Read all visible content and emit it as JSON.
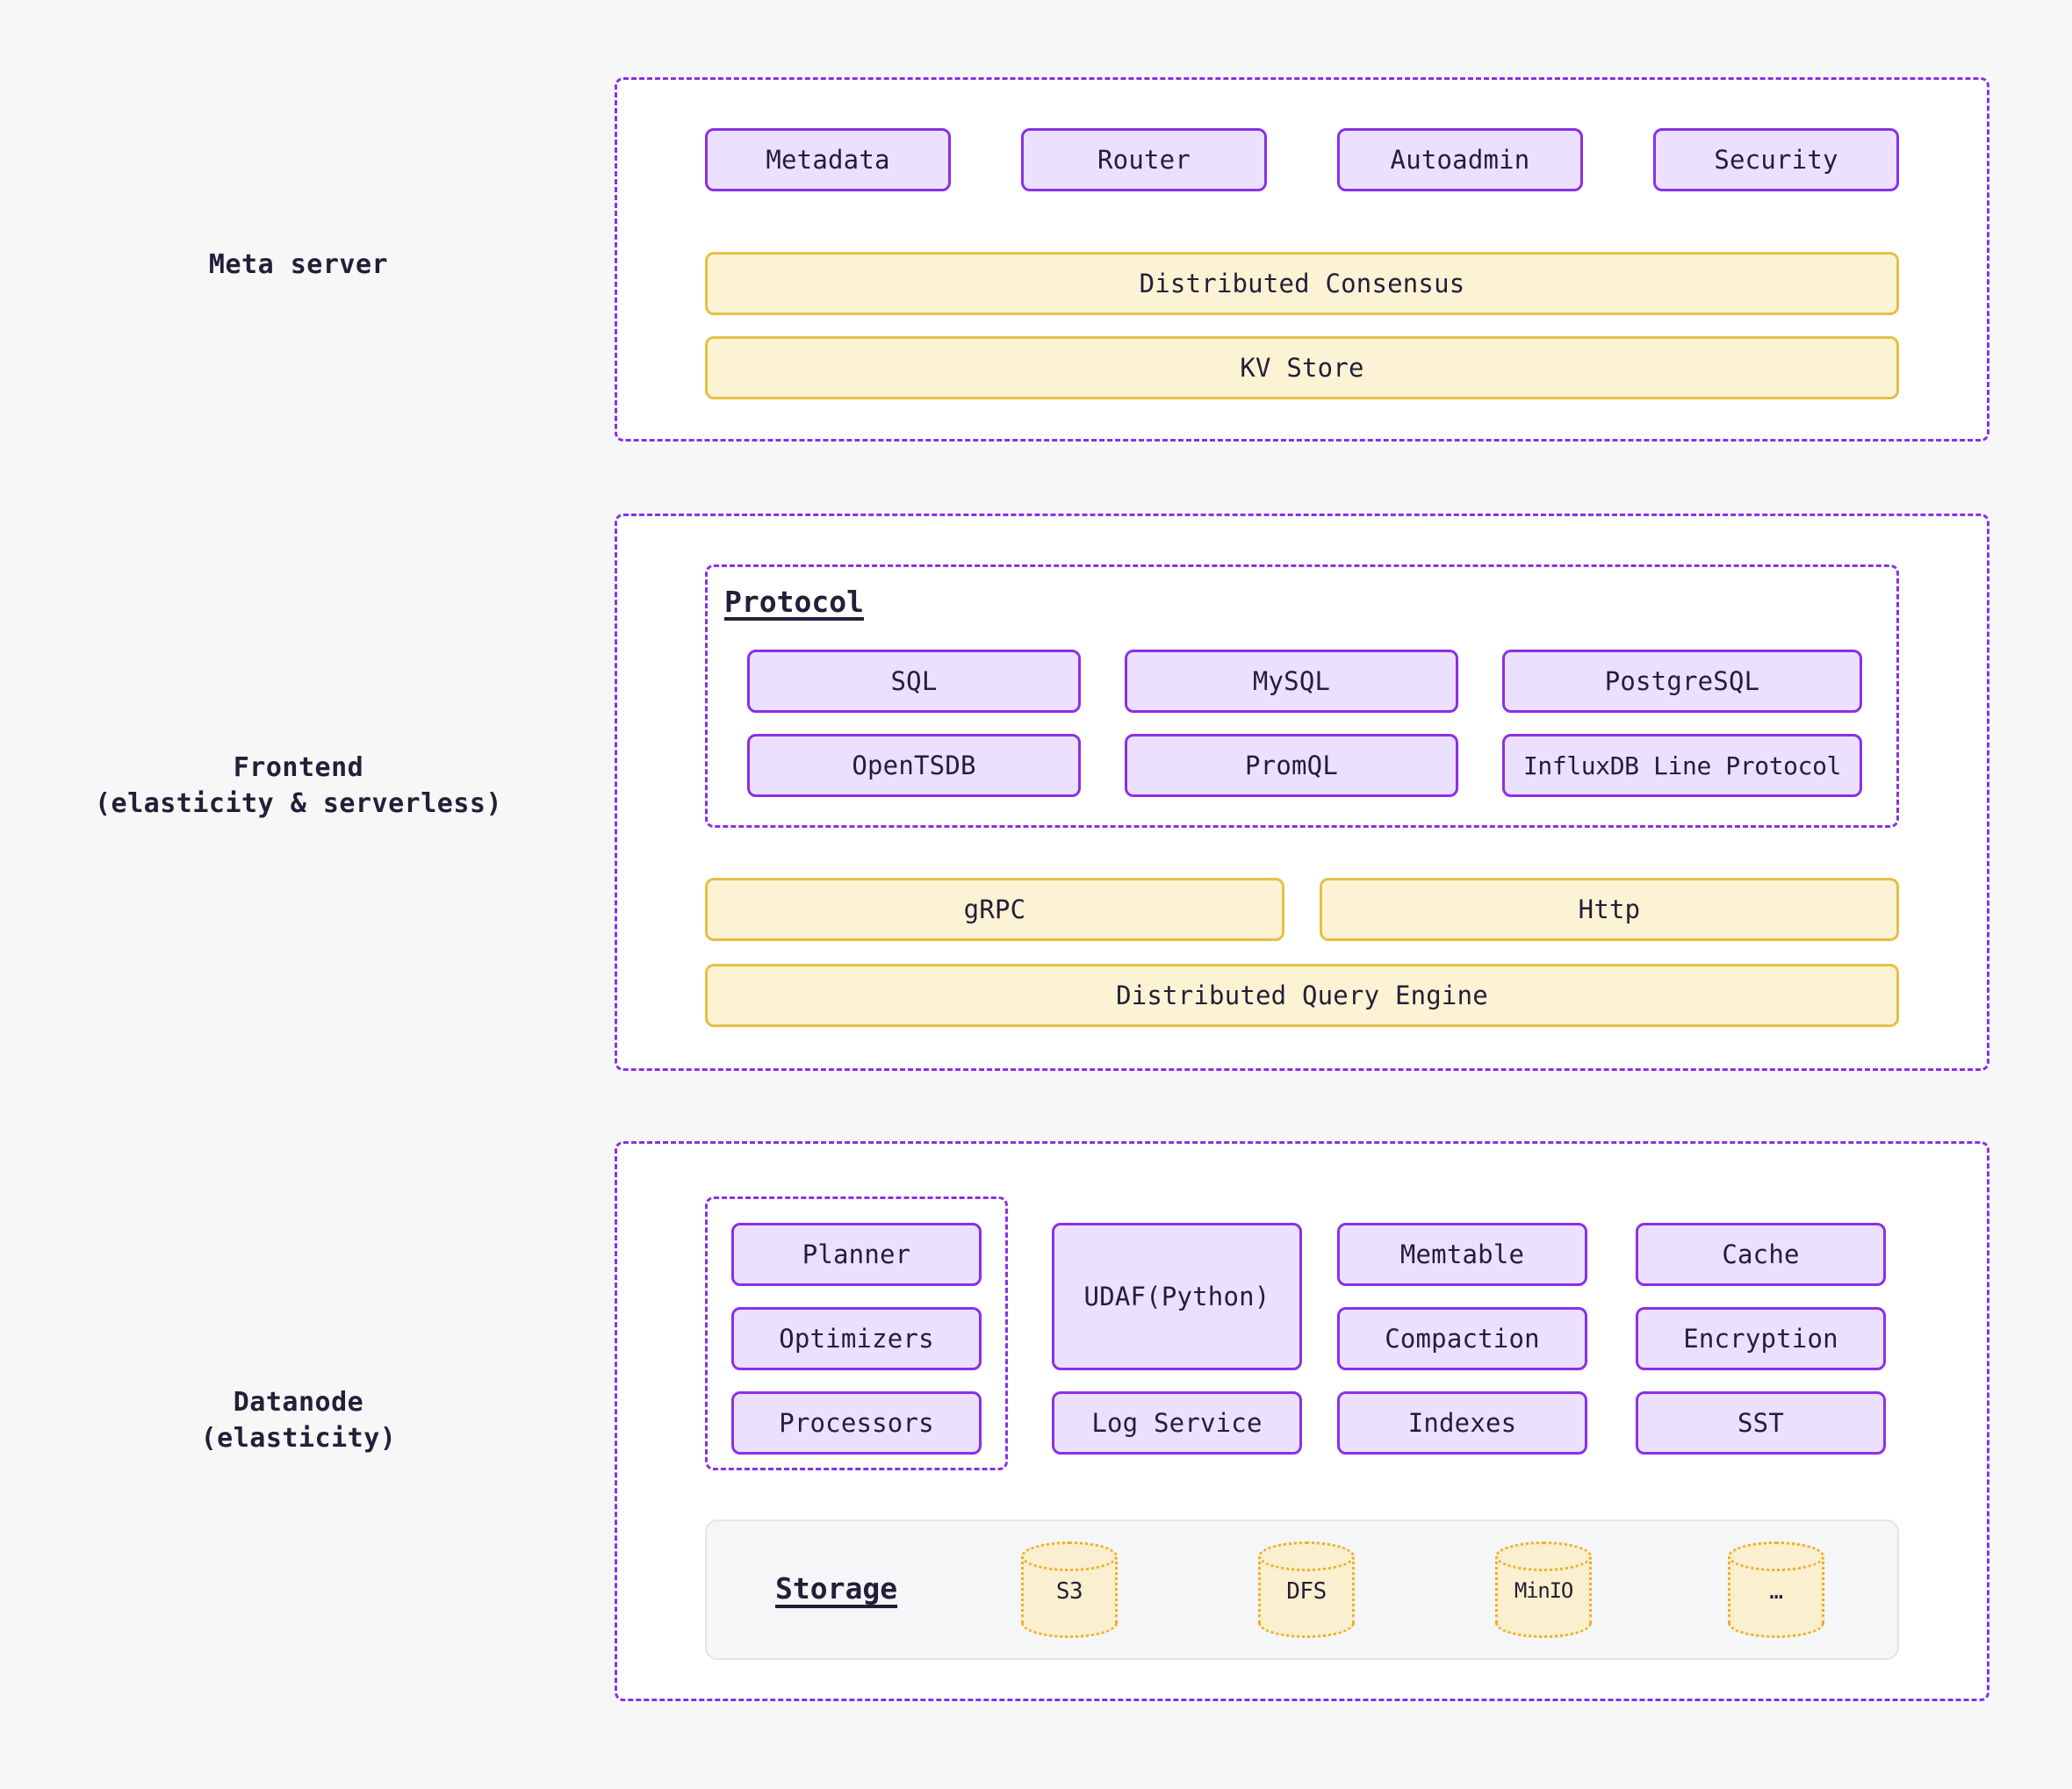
{
  "page": {
    "background": "#F7F7F8",
    "accent_purple": "#8B2FE8",
    "accent_purple_fill": "#EBE0FE",
    "accent_yellow": "#E5C043",
    "accent_yellow_fill": "#FCF3D5",
    "cylinder_border": "#EFAE28",
    "cylinder_fill": "#FAEFCE",
    "text_color": "#231F38"
  },
  "sections": [
    {
      "id": "meta-server",
      "label": "Meta server",
      "components_purple": [
        "Metadata",
        "Router",
        "Autoadmin",
        "Security"
      ],
      "components_yellow": [
        "Distributed Consensus",
        "KV Store"
      ]
    },
    {
      "id": "frontend",
      "label": "Frontend\n(elasticity & serverless)",
      "group_title": "Protocol",
      "protocols_row1": [
        "SQL",
        "MySQL",
        "PostgreSQL"
      ],
      "protocols_row2": [
        "OpenTSDB",
        "PromQL",
        "InfluxDB Line Protocol"
      ],
      "transports": [
        "gRPC",
        "Http"
      ],
      "engine": "Distributed Query Engine"
    },
    {
      "id": "datanode",
      "label": "Datanode\n(elasticity)",
      "query_group": [
        "Planner",
        "Optimizers",
        "Processors"
      ],
      "udaf": "UDAF(Python)",
      "log_service": "Log Service",
      "column3": [
        "Memtable",
        "Compaction",
        "Indexes"
      ],
      "column4": [
        "Cache",
        "Encryption",
        "SST"
      ],
      "storage": {
        "title": "Storage",
        "backends": [
          "S3",
          "DFS",
          "MinIO",
          "…"
        ]
      }
    }
  ]
}
